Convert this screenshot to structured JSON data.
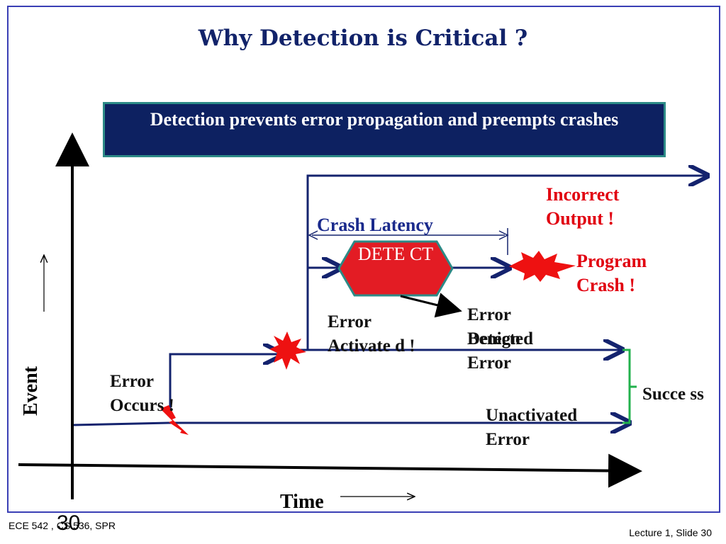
{
  "title": "Why Detection is Critical ?",
  "banner_text": "Detection prevents error propagation and preempts crashes",
  "labels": {
    "incorrect_output": "Incorrect Output !",
    "crash_latency": "Crash Latency",
    "detect_box": "DETE CT",
    "program_crash": "Program Crash  !",
    "error_detected": "Error Detected",
    "benign_error": "Benign Error",
    "error_activated": "Error Activate d !",
    "error_occurs": "Error Occurs !",
    "success": "Succe ss",
    "unactivated_error": "Unactivated Error"
  },
  "axes": {
    "x_label": "Time",
    "y_label": "Event"
  },
  "footer": {
    "left": "ECE 542 , CS 536,  SPR",
    "right": "Lecture 1, Slide 30",
    "slide_number": "30"
  },
  "colors": {
    "title": "#12236a",
    "banner_bg": "#0d2161",
    "arrow": "#14236e",
    "alert_red": "#e1000f",
    "detect_fill": "#e31c24",
    "bracket": "#22b14c"
  }
}
